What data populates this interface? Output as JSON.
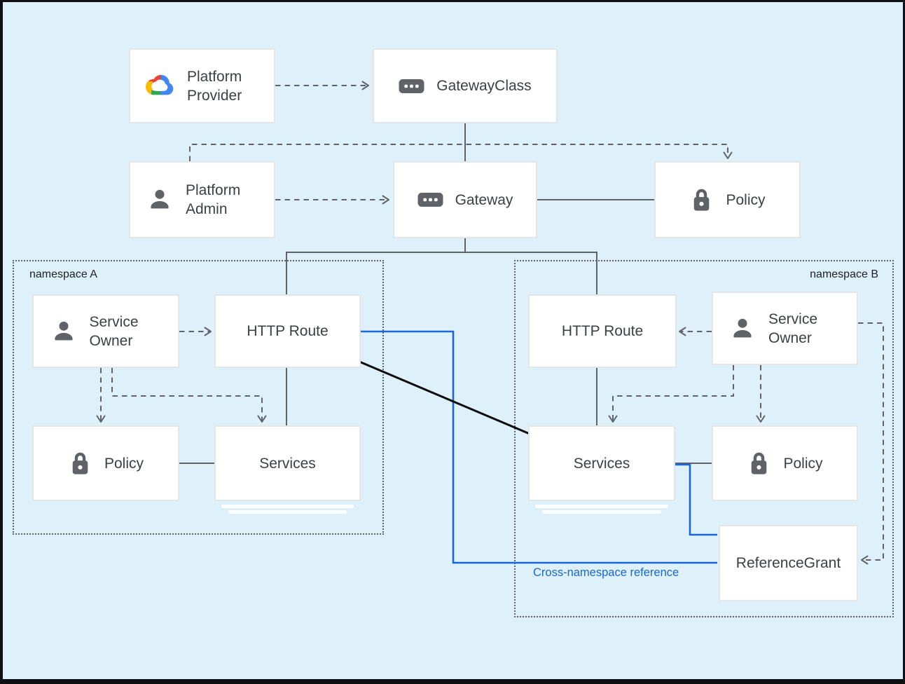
{
  "colors": {
    "canvas-bg": "#DEF1FB",
    "frame": "#0E1013",
    "node-bg": "#FFFFFF",
    "node-border": "#E3E6E8",
    "node-text": "#3C4043",
    "line-gray": "#5F6368",
    "line-blue": "#1967D2",
    "line-black": "#0B0B0B",
    "icon-gray": "#5F6368",
    "gcp-red": "#EA4335",
    "gcp-blue": "#4285F4",
    "gcp-yellow": "#FBBC04",
    "gcp-green": "#34A853"
  },
  "namespaces": {
    "a": {
      "label": "namespace A"
    },
    "b": {
      "label": "namespace B"
    }
  },
  "nodes": {
    "platform_provider": {
      "label": "Platform Provider",
      "icon": "google-cloud-logo"
    },
    "gateway_class": {
      "label": "GatewayClass",
      "icon": "resource-chip"
    },
    "platform_admin": {
      "label": "Platform Admin",
      "icon": "person"
    },
    "gateway": {
      "label": "Gateway",
      "icon": "resource-chip"
    },
    "policy_cluster": {
      "label": "Policy",
      "icon": "lock"
    },
    "service_owner_a": {
      "label": "Service Owner",
      "icon": "person"
    },
    "http_route_a": {
      "label": "HTTP Route"
    },
    "policy_a": {
      "label": "Policy",
      "icon": "lock"
    },
    "services_a": {
      "label": "Services"
    },
    "http_route_b": {
      "label": "HTTP Route"
    },
    "service_owner_b": {
      "label": "Service Owner",
      "icon": "person"
    },
    "services_b": {
      "label": "Services"
    },
    "policy_b": {
      "label": "Policy",
      "icon": "lock"
    },
    "reference_grant": {
      "label": "ReferenceGrant"
    }
  },
  "annotations": {
    "cross_namespace": "Cross-namespace reference"
  }
}
